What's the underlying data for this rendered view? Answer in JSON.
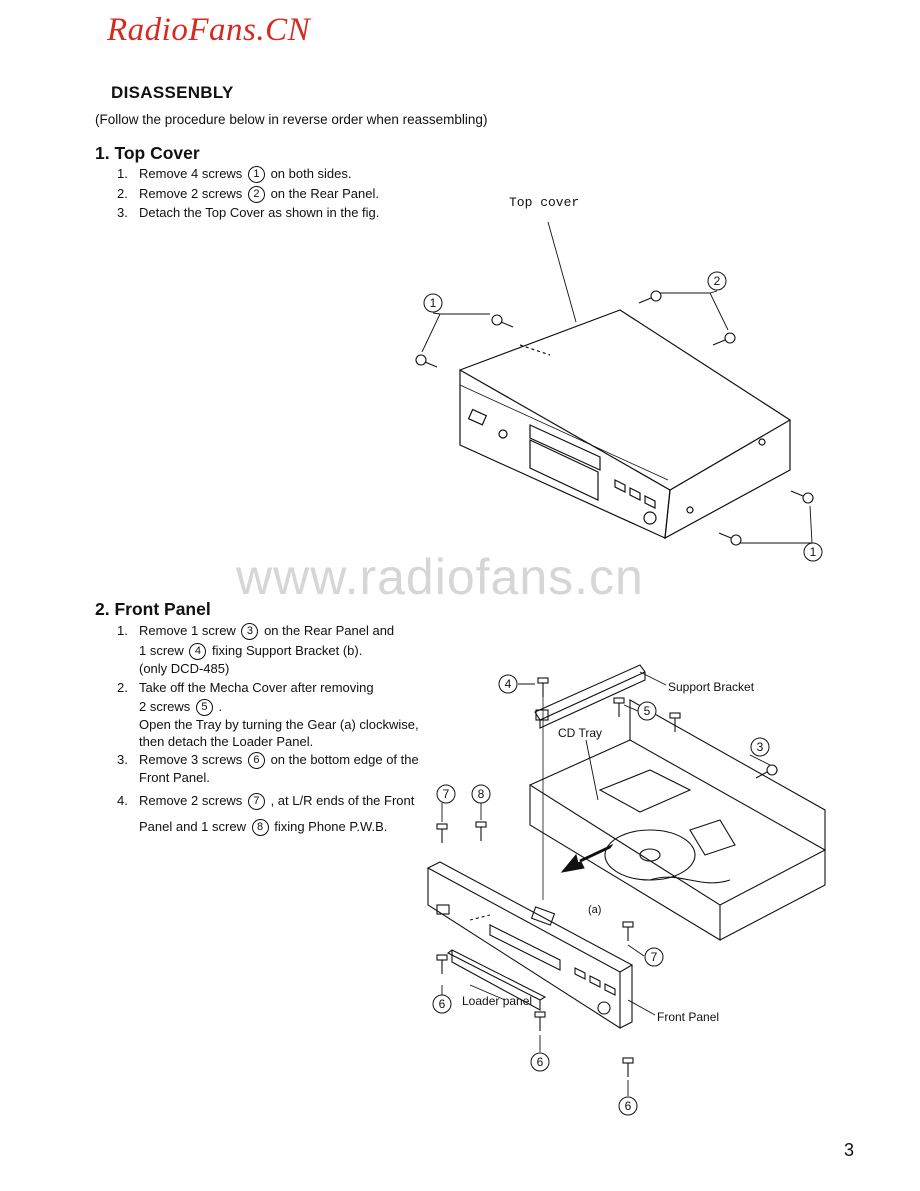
{
  "header": {
    "logo": "RadioFans.CN"
  },
  "title": "DISASSENBLY",
  "subtitle": "(Follow the procedure below in reverse order when reassembling)",
  "watermark": "www.radiofans.cn",
  "page_number": "3",
  "sections": [
    {
      "heading": "1. Top Cover",
      "steps": [
        {
          "num": "1.",
          "pre": "Remove 4 screws",
          "circ": "1",
          "post": "on both sides."
        },
        {
          "num": "2.",
          "pre": "Remove 2 screws",
          "circ": "2",
          "post": "on the Rear Panel."
        },
        {
          "num": "3.",
          "text": "Detach the Top Cover as shown in the fig."
        }
      ]
    },
    {
      "heading": "2. Front Panel",
      "steps": [
        {
          "num": "1.",
          "pre": "Remove 1 screw",
          "circ": "3",
          "post": "on the Rear Panel and",
          "line2_pre": "1 screw",
          "line2_circ": "4",
          "line2_post": "fixing Support Bracket (b).",
          "line3": "(only DCD-485)"
        },
        {
          "num": "2.",
          "text": "Take off the Mecha Cover after removing",
          "line2_pre": "2 screws",
          "line2_circ": "5",
          "line2_post": ".",
          "line3": "Open the Tray by turning the Gear (a) clockwise,",
          "line4": "then detach the Loader Panel."
        },
        {
          "num": "3.",
          "pre": "Remove 3 screws",
          "circ": "6",
          "post": "on the bottom edge of the",
          "line2": "Front Panel."
        },
        {
          "num": "4.",
          "pre": "Remove 2 screws",
          "circ": "7",
          "post": ", at L/R ends of the Front",
          "line2_pre": "Panel and 1 screw",
          "line2_circ": "8",
          "line2_post": "fixing Phone P.W.B."
        }
      ]
    }
  ],
  "figure1": {
    "top_cover_label": "Top cover",
    "callouts": [
      "1",
      "2",
      "1"
    ]
  },
  "figure2": {
    "labels": {
      "support_bracket": "Support Bracket",
      "cd_tray": "CD Tray",
      "gear": "(a)",
      "loader_panel": "Loader panel",
      "front_panel": "Front Panel"
    },
    "callouts": [
      "4",
      "5",
      "3",
      "7",
      "8",
      "7",
      "6",
      "6",
      "6"
    ]
  }
}
